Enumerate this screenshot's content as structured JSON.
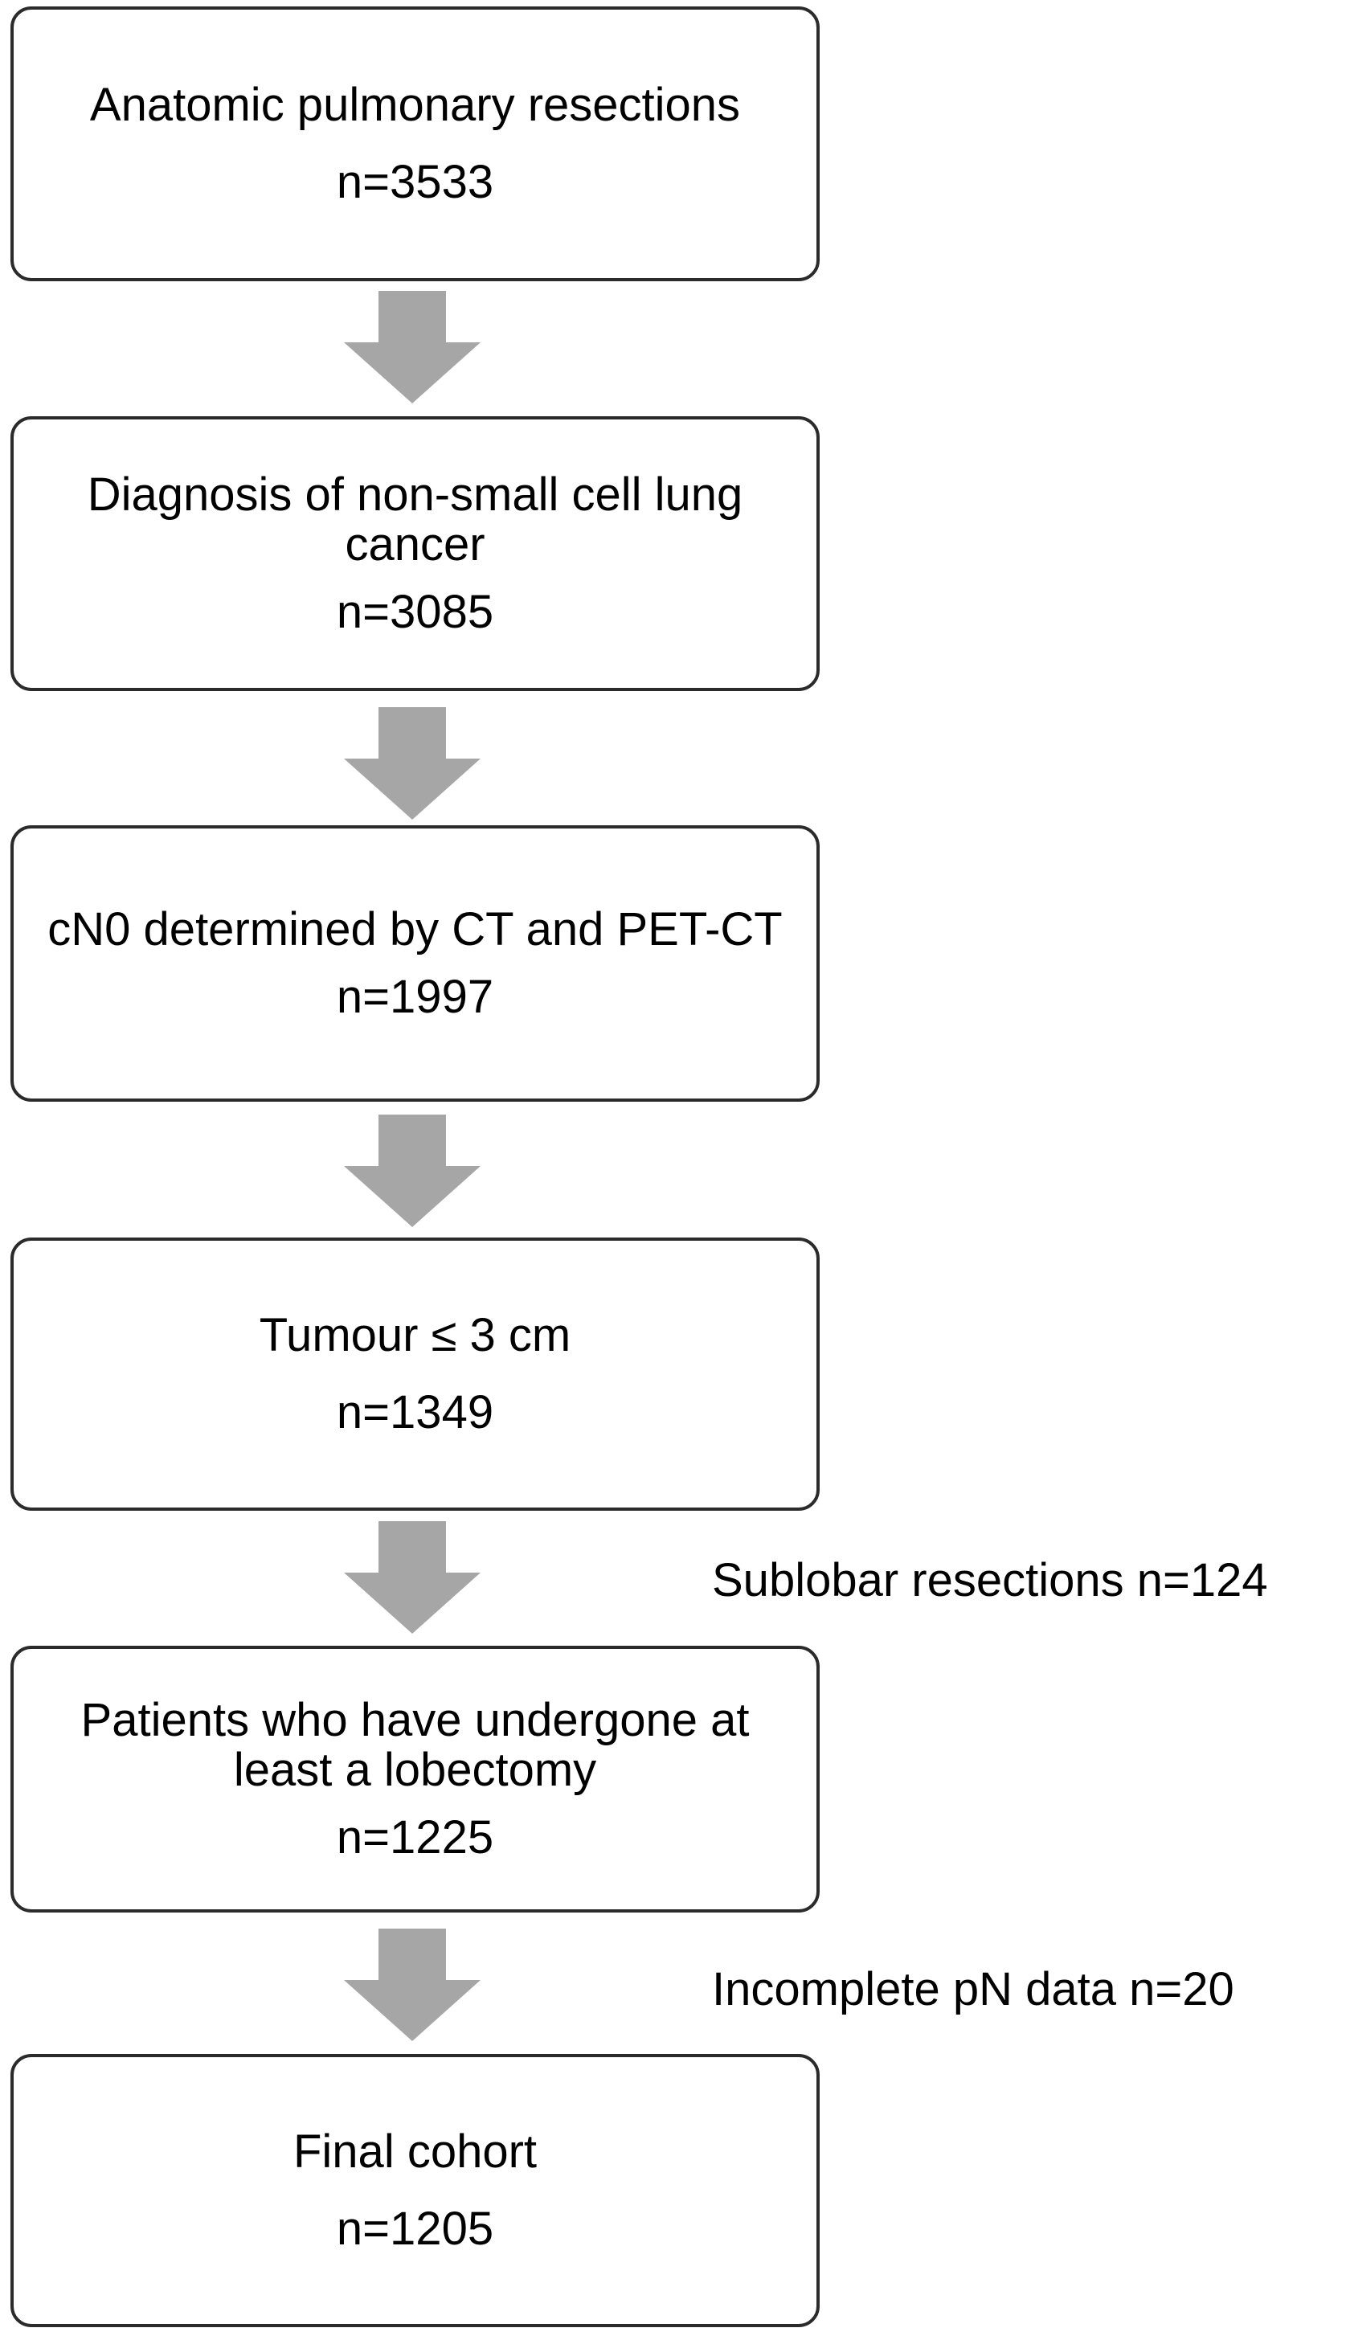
{
  "flowchart": {
    "steps": [
      {
        "label": "Anatomic pulmonary resections",
        "count": "n=3533"
      },
      {
        "label": "Diagnosis of non-small cell lung cancer",
        "count": "n=3085"
      },
      {
        "label": "cN0 determined by CT and PET-CT",
        "count": "n=1997"
      },
      {
        "label": "Tumour ≤ 3 cm",
        "count": "n=1349"
      },
      {
        "label": "Patients who have undergone at least a lobectomy",
        "count": "n=1225"
      },
      {
        "label": "Final cohort",
        "count": "n=1205"
      }
    ],
    "exclusions": [
      {
        "text": "Sublobar resections n=124"
      },
      {
        "text": "Incomplete pN data n=20"
      }
    ]
  },
  "colors": {
    "arrow": "#a6a6a6",
    "border": "#2b2b2b"
  }
}
